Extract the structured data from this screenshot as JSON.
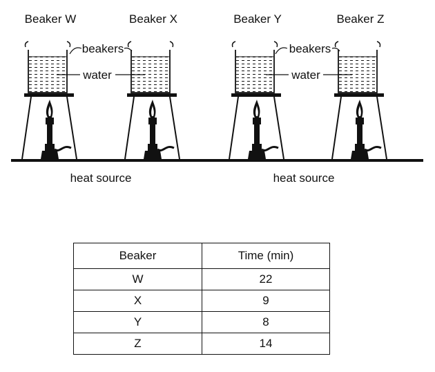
{
  "diagram": {
    "beaker_titles": [
      "Beaker W",
      "Beaker X",
      "Beaker Y",
      "Beaker Z"
    ],
    "label_beakers": "beakers",
    "label_water": "water",
    "label_heat_source": "heat source"
  },
  "table": {
    "headers": [
      "Beaker",
      "Time (min)"
    ],
    "rows": [
      [
        "W",
        "22"
      ],
      [
        "X",
        "9"
      ],
      [
        "Y",
        "8"
      ],
      [
        "Z",
        "14"
      ]
    ]
  }
}
